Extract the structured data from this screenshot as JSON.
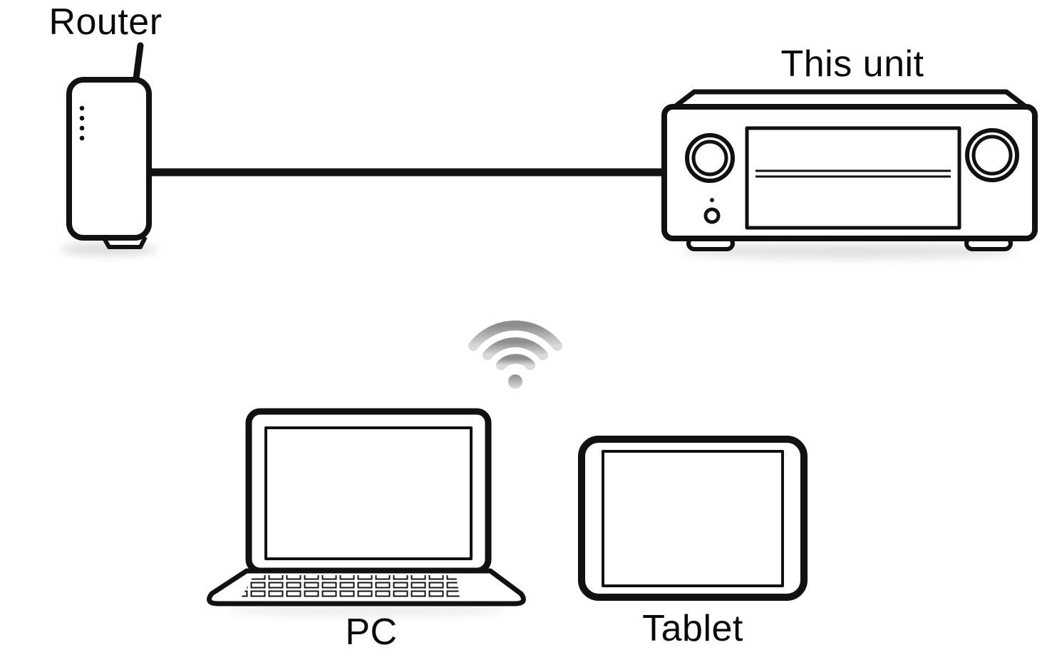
{
  "diagram": {
    "labels": {
      "router": "Router",
      "this_unit": "This unit",
      "pc": "PC",
      "tablet": "Tablet"
    },
    "colors": {
      "outline": "#111111",
      "background": "#ffffff",
      "wifi_gray_top": "#8e8e8e",
      "wifi_gray_bottom": "#dadada"
    },
    "connections": [
      {
        "from": "Router",
        "to": "This unit",
        "type": "wired"
      },
      {
        "from": "PC",
        "to": "This unit",
        "type": "wireless"
      },
      {
        "from": "Tablet",
        "to": "This unit",
        "type": "wireless"
      }
    ]
  }
}
